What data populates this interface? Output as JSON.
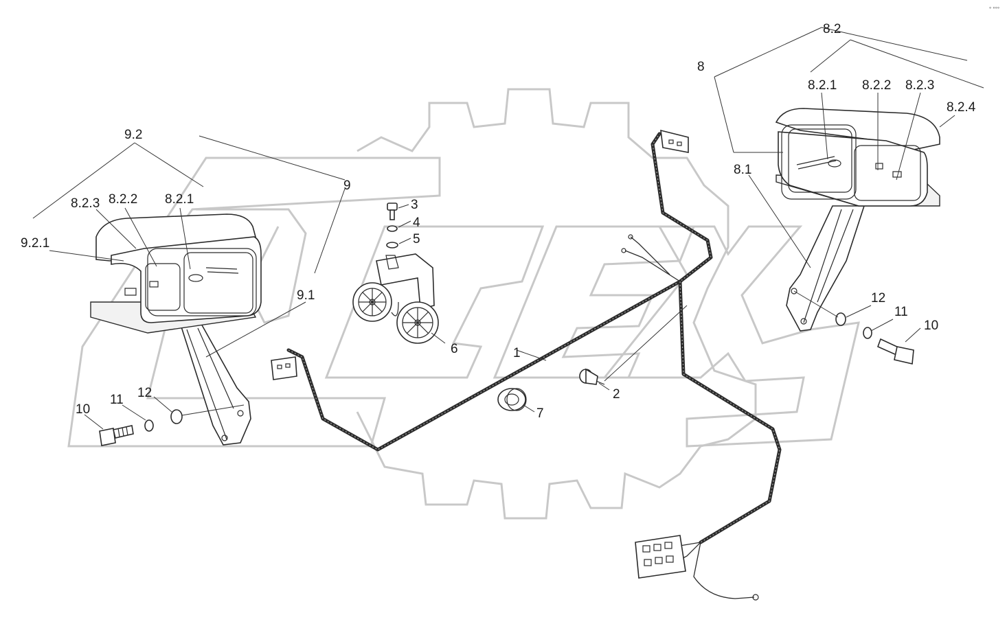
{
  "watermark": {
    "logo_text": "OPEX"
  },
  "corner_mark": "° °°°",
  "labels": {
    "n1": "1",
    "n2": "2",
    "n3": "3",
    "n4": "4",
    "n5": "5",
    "n6": "6",
    "n7": "7",
    "n8": "8",
    "n8_1": "8.1",
    "n8_2": "8.2",
    "r8_2_1": "8.2.1",
    "r8_2_2": "8.2.2",
    "r8_2_3": "8.2.3",
    "n8_2_4": "8.2.4",
    "n9": "9",
    "n9_1": "9.1",
    "n9_2": "9.2",
    "n9_2_1": "9.2.1",
    "l8_2_1": "8.2.1",
    "l8_2_2": "8.2.2",
    "l8_2_3": "8.2.3",
    "r10": "10",
    "r11": "11",
    "r12": "12",
    "l10": "10",
    "l11": "11",
    "l12": "12"
  }
}
